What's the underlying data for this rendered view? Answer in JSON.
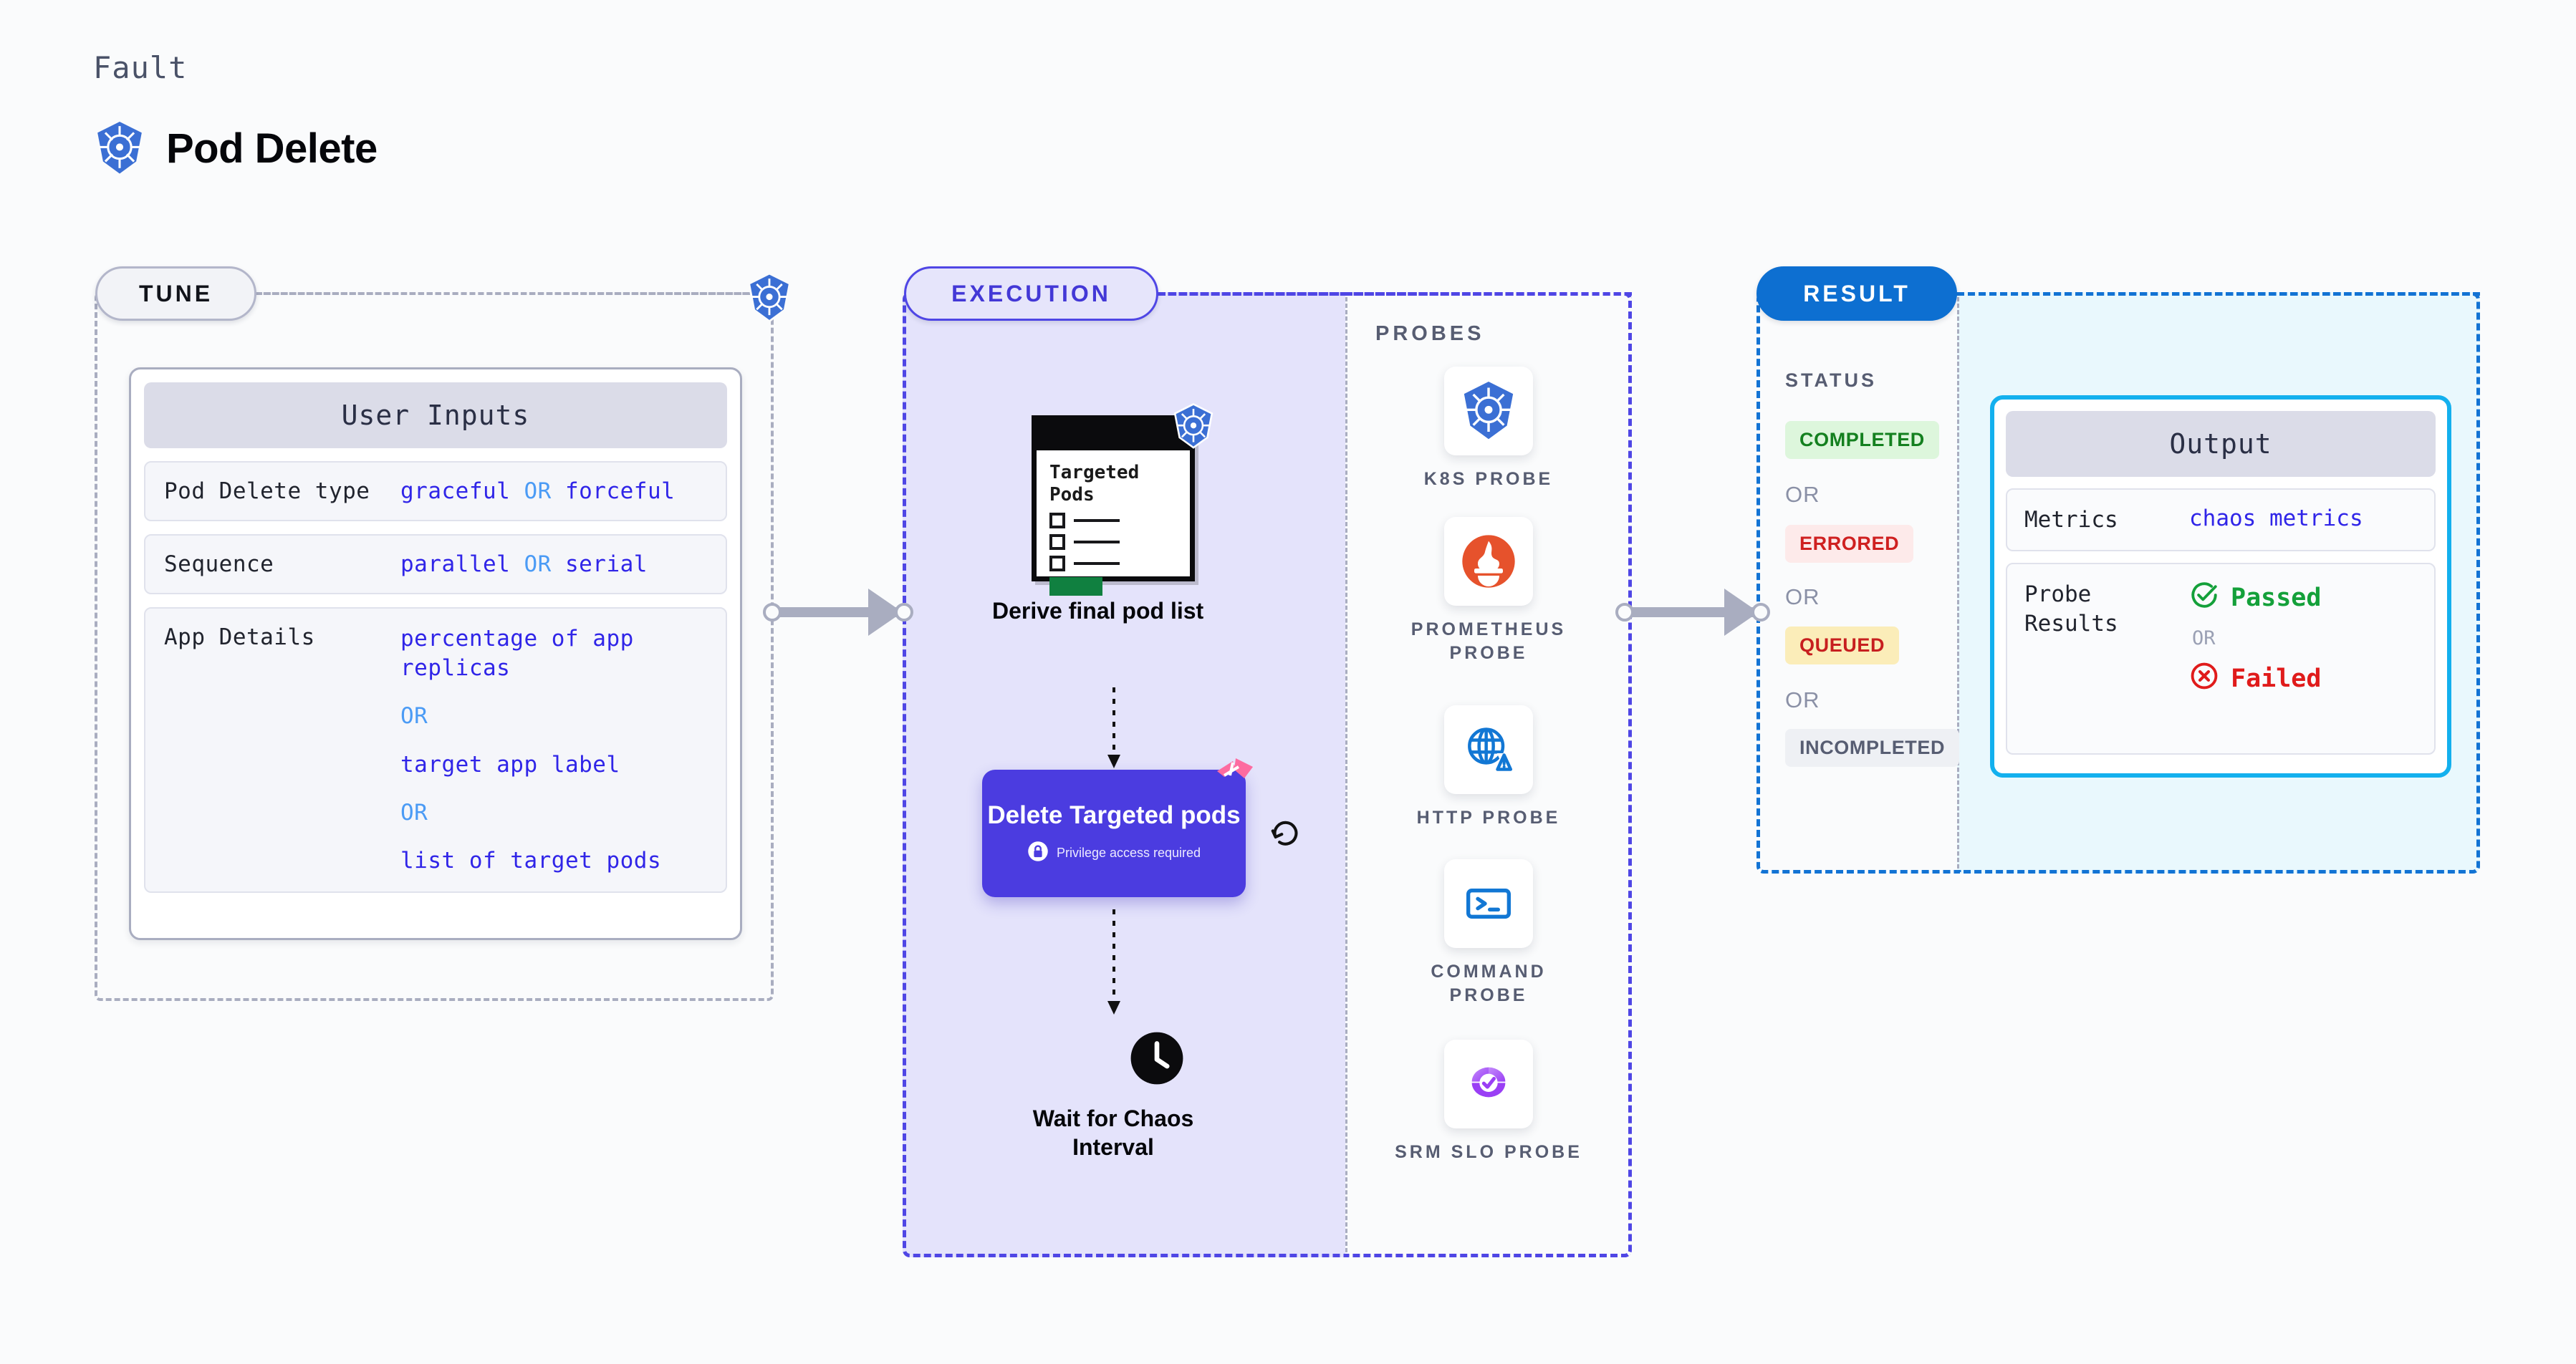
{
  "header": {
    "eyebrow": "Fault",
    "title": "Pod Delete",
    "icon": "kubernetes-icon"
  },
  "sections": {
    "tune": {
      "badge": "TUNE"
    },
    "execution": {
      "badge": "EXECUTION"
    },
    "probes": {
      "heading": "PROBES"
    },
    "result": {
      "badge": "RESULT",
      "status_heading": "STATUS"
    }
  },
  "tune": {
    "card_title": "User Inputs",
    "rows": [
      {
        "label": "Pod Delete type",
        "values": [
          "graceful",
          "forceful"
        ],
        "separator": "OR",
        "layout": "inline"
      },
      {
        "label": "Sequence",
        "values": [
          "parallel",
          "serial"
        ],
        "separator": "OR",
        "layout": "inline"
      },
      {
        "label": "App Details",
        "values": [
          "percentage of app replicas",
          "target app label",
          "list of target pods"
        ],
        "separator": "OR",
        "layout": "stacked"
      }
    ]
  },
  "execution": {
    "nodes": [
      {
        "type": "document",
        "doc_title": "Targeted Pods",
        "checkbox_count": 3,
        "badge_icon": "kubernetes-icon",
        "caption": "Derive final pod list"
      },
      {
        "type": "action",
        "title": "Delete Targeted pods",
        "note": "Privilege access required",
        "note_icon": "lock-icon",
        "corner_icon": "chaos-ribbon-icon",
        "side_icon": "refresh-loop-icon"
      },
      {
        "type": "wait",
        "icon": "clock-icon",
        "caption": "Wait for Chaos Interval"
      }
    ]
  },
  "probes": [
    {
      "label": "K8S PROBE",
      "icon": "kubernetes-icon"
    },
    {
      "label": "PROMETHEUS PROBE",
      "icon": "prometheus-icon"
    },
    {
      "label": "HTTP PROBE",
      "icon": "globe-alert-icon"
    },
    {
      "label": "COMMAND PROBE",
      "icon": "terminal-icon"
    },
    {
      "label": "SRM SLO PROBE",
      "icon": "srm-slo-icon"
    }
  ],
  "result": {
    "statuses": [
      {
        "label": "COMPLETED",
        "bg": "#ddf6dc",
        "fg": "#14801f"
      },
      {
        "label": "ERRORED",
        "bg": "#fdeaea",
        "fg": "#cf2020"
      },
      {
        "label": "QUEUED",
        "bg": "#fbedb9",
        "fg": "#c71f1f"
      },
      {
        "label": "INCOMPLETED",
        "bg": "#eef0f4",
        "fg": "#575d72"
      }
    ],
    "separator": "OR",
    "output": {
      "card_title": "Output",
      "metrics_label": "Metrics",
      "metrics_value": "chaos metrics",
      "probe_results_label": "Probe Results",
      "passed_label": "Passed",
      "passed_icon": "check-circle-icon",
      "failed_label": "Failed",
      "failed_icon": "x-circle-icon",
      "separator": "OR"
    }
  },
  "colors": {
    "background": "#fafbfc",
    "execution_fill": "#e4e3fb",
    "execution_border": "#4f46e5",
    "result_border": "#1273d4",
    "output_fill": "#e9f8fd",
    "output_border": "#13b0ee",
    "tune_border": "#a9adc0",
    "accent_value": "#3025e8",
    "accent_or": "#4b9bf5",
    "action_node": "#4b3ce0",
    "ribbon": "#fd6ba0"
  }
}
